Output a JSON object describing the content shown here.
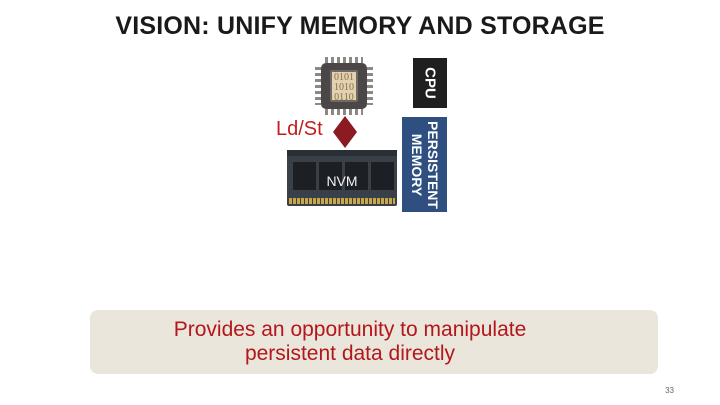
{
  "slide": {
    "title": "VISION: UNIFY MEMORY AND STORAGE",
    "page_number": "33"
  },
  "diagram": {
    "cpu_label": "CPU",
    "cpu_chip_bits": [
      "0101",
      "1010",
      "0110"
    ],
    "persistent_memory_label_line1": "PERSISTENT",
    "persistent_memory_label_line2": "MEMORY",
    "access_label": "Ld/St",
    "nvm_label": "NVM",
    "colors": {
      "cpu_label_bg": "#1f1f1f",
      "persistent_memory_bg": "#2e4f80",
      "arrow": "#8c1a22",
      "accent_text": "#c02020"
    }
  },
  "callout": {
    "line1": "Provides an opportunity to manipulate",
    "line2": "persistent data directly"
  }
}
